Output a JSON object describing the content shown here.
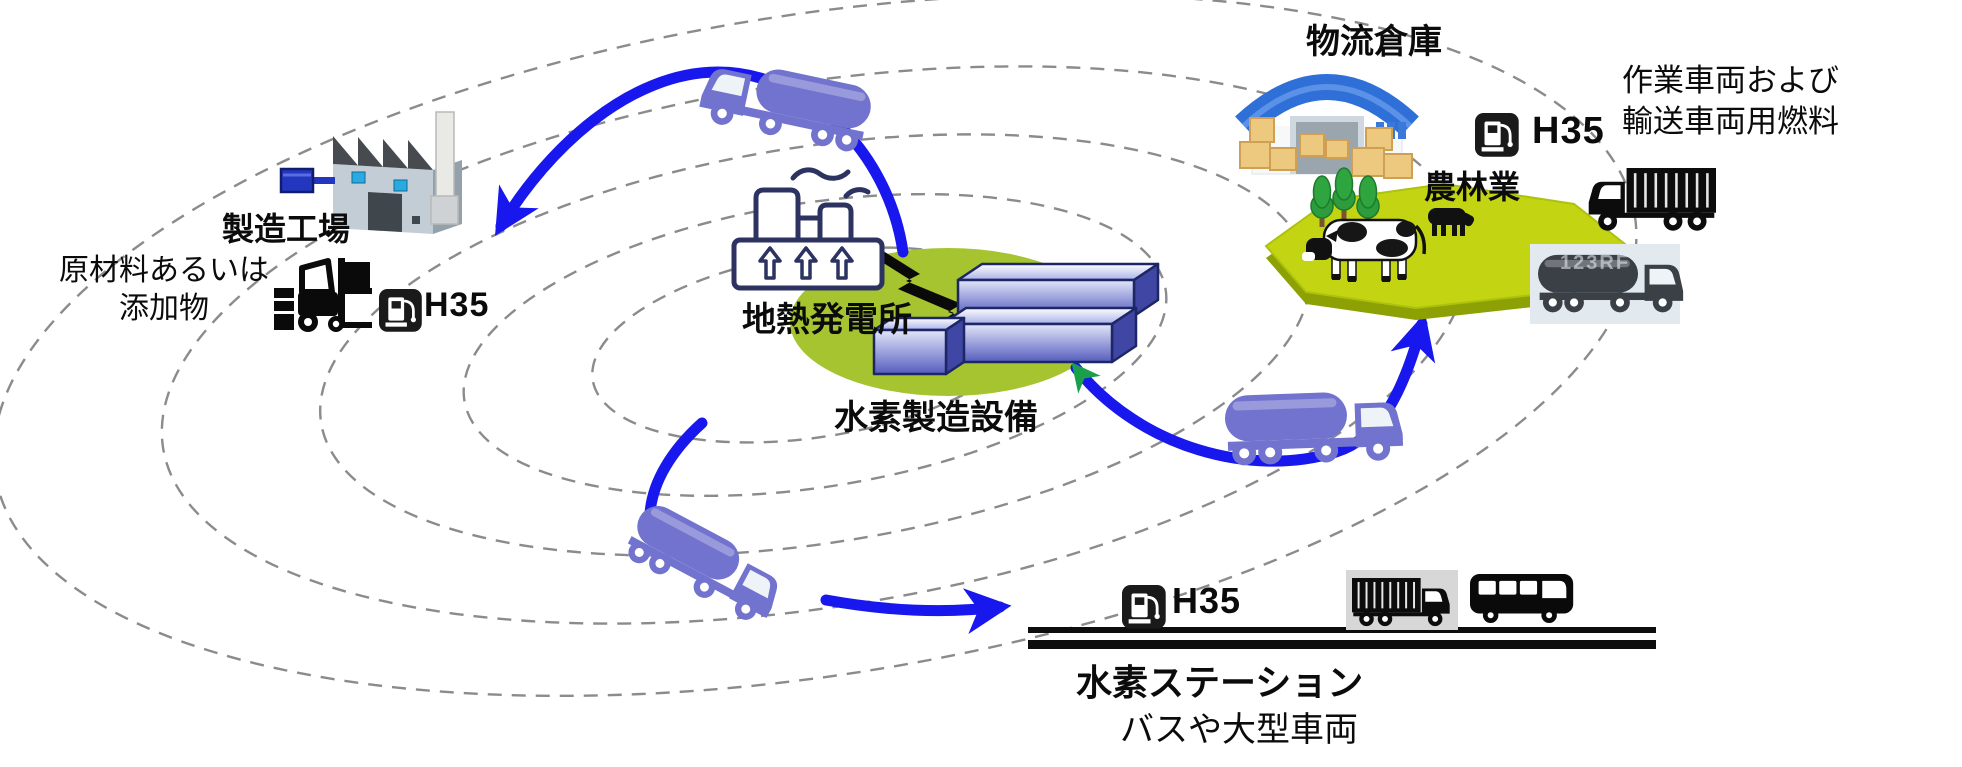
{
  "labels": {
    "geothermal_plant": "地熱発電所",
    "hydrogen_facility": "水素製造設備",
    "factory": "製造工場",
    "factory_note_1": "原材料あるいは",
    "factory_note_2": "添加物",
    "factory_h35": "H35",
    "warehouse": "物流倉庫",
    "fuel_note_1": "作業車両および",
    "fuel_note_2": "輸送車両用燃料",
    "fuel_h35": "H35",
    "agriculture": "農林業",
    "station": "水素ステーション",
    "station_note": "バスや大型車両",
    "station_h35": "H35",
    "watermark": "123RF"
  },
  "colors": {
    "arrow_blue": "#1717ee",
    "return_arrow_green": "#1aa04a",
    "truck_purple": "#7173ce",
    "facility_ellipse_green": "#a6c42f",
    "farm_field_green": "#c3d512",
    "dashed_ring_gray": "#8b8b8b",
    "warehouse_roof_blue": "#2e6fd8",
    "window_blue": "#29abe2"
  }
}
